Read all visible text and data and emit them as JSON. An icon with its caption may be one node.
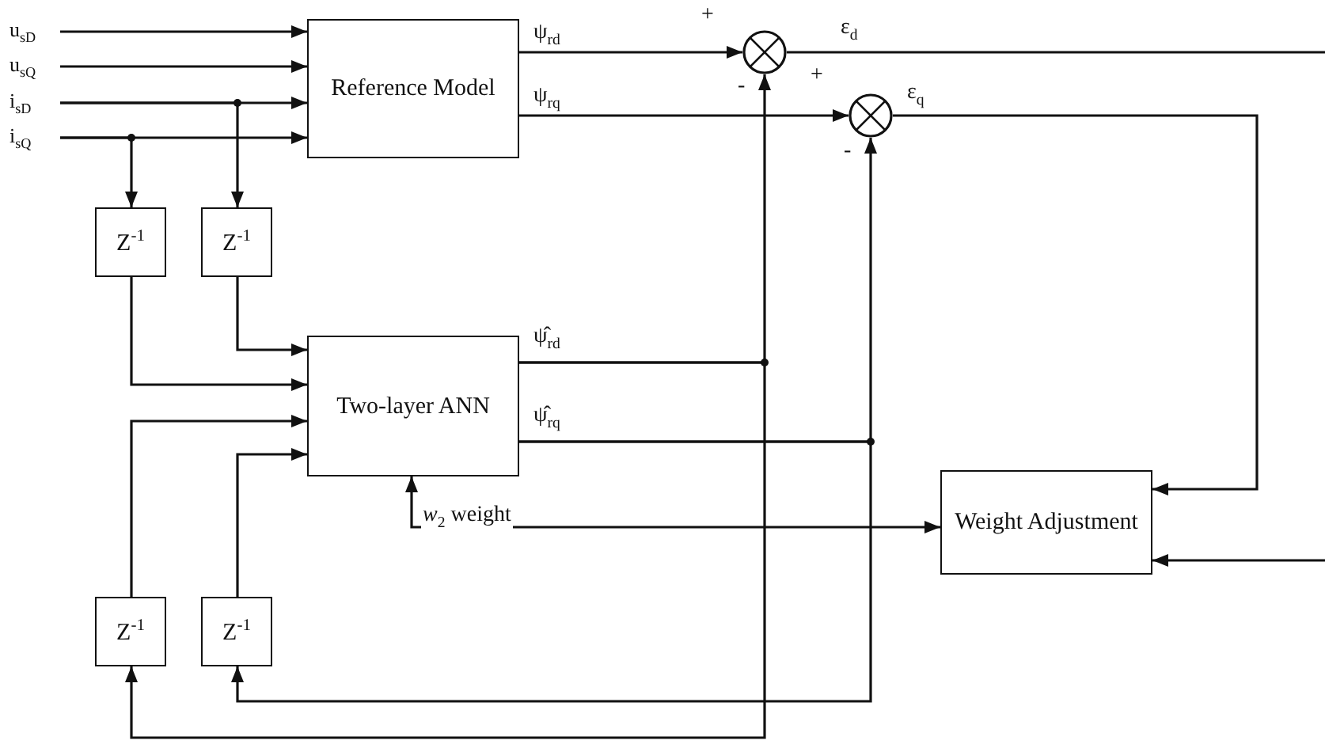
{
  "diagram": {
    "nodes": [
      {
        "text": [
          "u$_{sD}$"
        ]
      },
      {
        "text": [
          "u$_{sQ}$"
        ]
      },
      {
        "text": [
          "i$_{sD}$"
        ]
      },
      {
        "text": [
          "i$_{sQ}$"
        ]
      },
      {
        "text": [
          "Reference Model"
        ]
      },
      {
        "text": [],
        "shape": "circle"
      },
      {
        "text": [],
        "shape": "circle"
      },
      {
        "text": [
          "Z$^{-1}$"
        ]
      },
      {
        "text": [
          "Z$^{-1}$"
        ]
      },
      {
        "text": [
          "Two-layer ANN"
        ]
      },
      {
        "text": [
          "Weight Adjustment"
        ]
      },
      {
        "text": [
          "Z$^{-1}$"
        ]
      },
      {
        "text": [
          "Z$^{-1}$"
        ]
      }
    ],
    "edges": [
      {
        "from": 0,
        "to": 4,
        "arrow": "to"
      },
      {
        "from": 1,
        "to": 4,
        "arrow": "to"
      },
      {
        "from": 2,
        "to": 4,
        "arrow": "to"
      },
      {
        "from": 2,
        "to": 8,
        "arrow": "to"
      },
      {
        "from": 3,
        "to": 4,
        "arrow": "to"
      },
      {
        "from": 3,
        "to": 7,
        "arrow": "to"
      },
      {
        "from": 4,
        "to": 5,
        "arrow": "to",
        "label": "ψ$_{rd}$"
      },
      {
        "from": 4,
        "to": 6,
        "arrow": "to",
        "label": "ψ$_{rq}$"
      },
      {
        "from": 5,
        "to": null,
        "arrow": "none",
        "label": "ε$_{d}$"
      },
      {
        "from": 6,
        "to": 10,
        "arrow": "to",
        "label": "ε$_{q}$"
      },
      {
        "from": 7,
        "to": 9,
        "arrow": "to"
      },
      {
        "from": 8,
        "to": 9,
        "arrow": "to"
      },
      {
        "from": 9,
        "to": 5,
        "arrow": "to",
        "label": "ψ̂$_{rd}$"
      },
      {
        "from": 9,
        "to": 6,
        "arrow": "to",
        "label": "ψ̂$_{rq}$"
      },
      {
        "from": 9,
        "to": 11,
        "arrow": "to"
      },
      {
        "from": 9,
        "to": 12,
        "arrow": "to"
      },
      {
        "from": 11,
        "to": 9,
        "arrow": "to"
      },
      {
        "from": 12,
        "to": 9,
        "arrow": "to"
      },
      {
        "from": 10,
        "to": 9,
        "arrow": "both",
        "label": "*w*$_{2}$ weight"
      },
      {
        "from": null,
        "to": 10,
        "arrow": "to"
      }
    ],
    "labels": [
      "+",
      "-",
      "+",
      "-"
    ]
  }
}
